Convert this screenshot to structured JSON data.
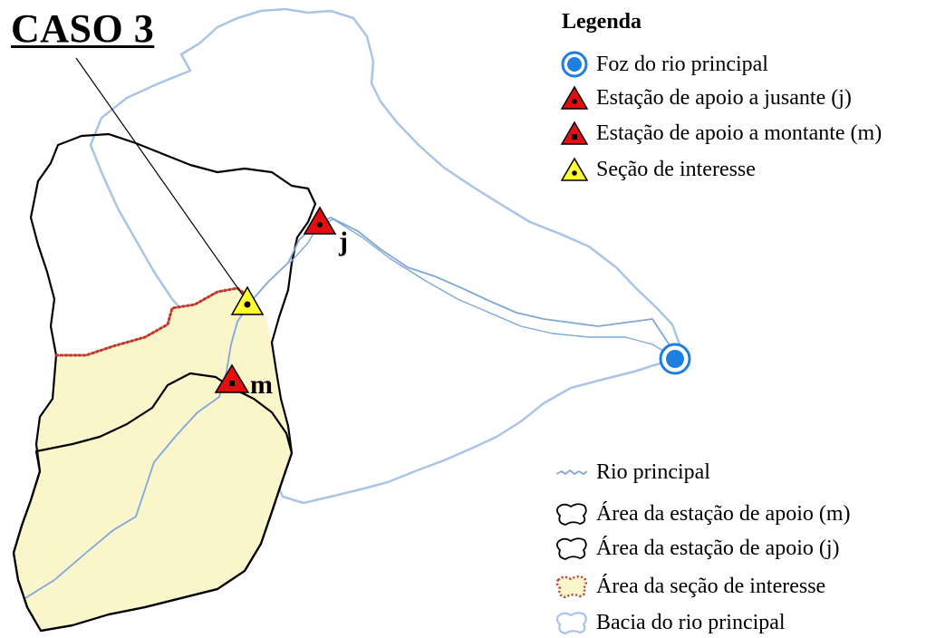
{
  "case_label": "CASO 3",
  "stations": {
    "downstream_letter": "j",
    "upstream_letter": "m"
  },
  "legend": {
    "title": "Legenda",
    "items_top": [
      {
        "label": "Foz do rio principal",
        "icon": "blue-circle-mouth-icon"
      },
      {
        "label": "Estação de apoio a jusante (j)",
        "icon": "red-triangle-dot-icon"
      },
      {
        "label": "Estação de apoio a montante (m)",
        "icon": "red-triangle-square-icon"
      },
      {
        "label": "Seção de interesse",
        "icon": "yellow-triangle-dot-icon"
      }
    ],
    "items_bottom": [
      {
        "label": "Rio principal",
        "icon": "river-line-icon"
      },
      {
        "label": "Área da estação de apoio (m)",
        "icon": "black-outline-area-icon"
      },
      {
        "label": "Área da estação de apoio (j)",
        "icon": "black-outline-area-icon"
      },
      {
        "label": "Área da seção de interesse",
        "icon": "red-dotted-yellow-area-icon"
      },
      {
        "label": "Bacia do rio principal",
        "icon": "blue-outline-area-icon"
      }
    ]
  },
  "colors": {
    "basin_outline": "#a9c4e6",
    "river": "#7fa8da",
    "station_area_outline": "#000000",
    "interest_area_fill": "#fbf5cc",
    "interest_area_outline": "#c0392b",
    "station_red": "#e01010",
    "section_yellow": "#ffff33",
    "mouth_blue": "#1f7fe0"
  }
}
